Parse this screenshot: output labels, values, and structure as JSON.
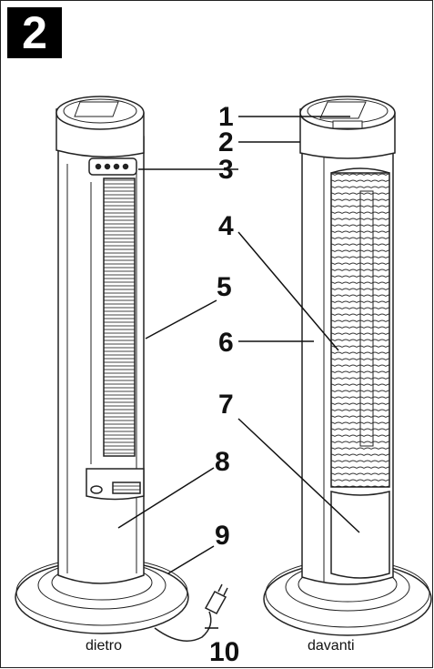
{
  "figure_number": "2",
  "captions": {
    "back": "dietro",
    "front": "davanti"
  },
  "callouts": [
    {
      "id": "1",
      "label": "1"
    },
    {
      "id": "2",
      "label": "2"
    },
    {
      "id": "3",
      "label": "3"
    },
    {
      "id": "4",
      "label": "4"
    },
    {
      "id": "5",
      "label": "5"
    },
    {
      "id": "6",
      "label": "6"
    },
    {
      "id": "7",
      "label": "7"
    },
    {
      "id": "8",
      "label": "8"
    },
    {
      "id": "9",
      "label": "9"
    },
    {
      "id": "10",
      "label": "10"
    }
  ]
}
